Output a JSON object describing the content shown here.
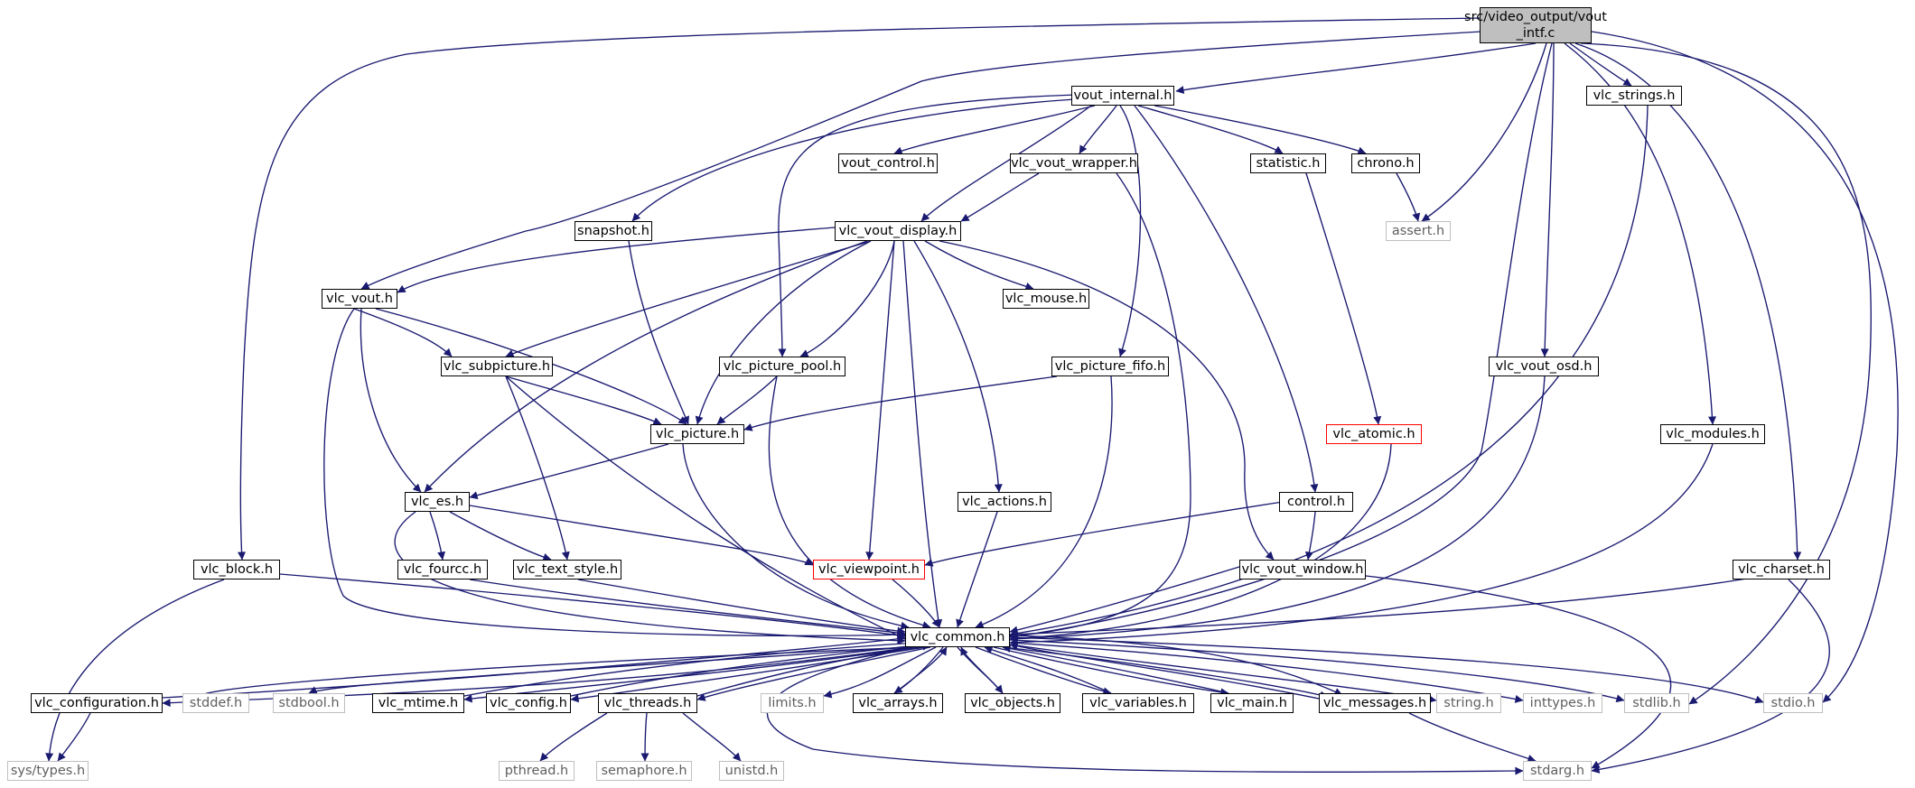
{
  "root": {
    "line1": "src/video_output/vout",
    "line2": "_intf.c"
  },
  "nodes": {
    "vout_internal": "vout_internal.h",
    "vlc_strings": "vlc_strings.h",
    "vout_control": "vout_control.h",
    "vlc_vout_wrapper": "vlc_vout_wrapper.h",
    "statistic": "statistic.h",
    "chrono": "chrono.h",
    "assert": "assert.h",
    "snapshot": "snapshot.h",
    "vlc_vout_display": "vlc_vout_display.h",
    "vlc_vout": "vlc_vout.h",
    "vlc_mouse": "vlc_mouse.h",
    "vlc_subpicture": "vlc_subpicture.h",
    "vlc_picture_pool": "vlc_picture_pool.h",
    "vlc_picture_fifo": "vlc_picture_fifo.h",
    "vlc_vout_osd": "vlc_vout_osd.h",
    "vlc_picture": "vlc_picture.h",
    "vlc_atomic": "vlc_atomic.h",
    "vlc_modules": "vlc_modules.h",
    "vlc_es": "vlc_es.h",
    "vlc_actions": "vlc_actions.h",
    "control": "control.h",
    "vlc_block": "vlc_block.h",
    "vlc_fourcc": "vlc_fourcc.h",
    "vlc_text_style": "vlc_text_style.h",
    "vlc_viewpoint": "vlc_viewpoint.h",
    "vlc_vout_window": "vlc_vout_window.h",
    "vlc_charset": "vlc_charset.h",
    "vlc_common": "vlc_common.h",
    "vlc_configuration": "vlc_configuration.h",
    "stddef": "stddef.h",
    "stdbool": "stdbool.h",
    "vlc_mtime": "vlc_mtime.h",
    "vlc_config": "vlc_config.h",
    "vlc_threads": "vlc_threads.h",
    "limits": "limits.h",
    "vlc_arrays": "vlc_arrays.h",
    "vlc_objects": "vlc_objects.h",
    "vlc_variables": "vlc_variables.h",
    "vlc_main": "vlc_main.h",
    "vlc_messages": "vlc_messages.h",
    "string": "string.h",
    "inttypes": "inttypes.h",
    "stdlib": "stdlib.h",
    "stdio": "stdio.h",
    "sys_types": "sys/types.h",
    "pthread": "pthread.h",
    "semaphore": "semaphore.h",
    "unistd": "unistd.h",
    "stdarg": "stdarg.h"
  },
  "colors": {
    "edge": "#191970",
    "node_border": "#000000",
    "system_header_border": "#bfbfbf",
    "truncated_node_border": "#ff0000",
    "root_fill": "#bfbfbf"
  }
}
